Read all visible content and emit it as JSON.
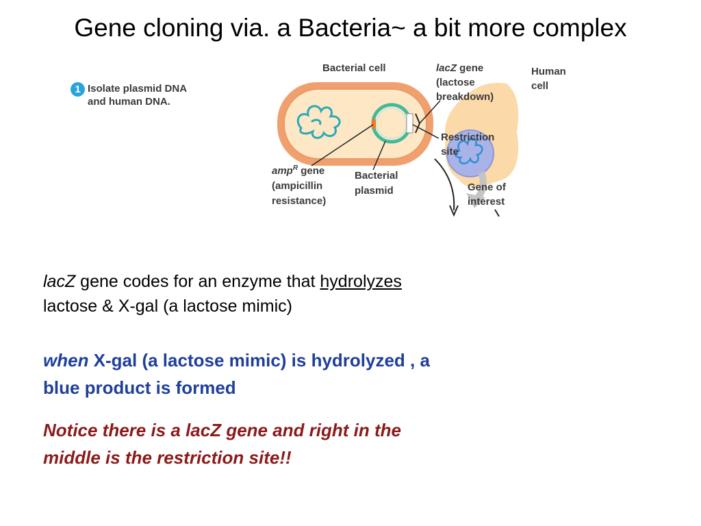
{
  "slide": {
    "title": "Gene cloning via. a Bacteria~ a bit more complex"
  },
  "step": {
    "number": "1",
    "text_line1": "Isolate plasmid DNA",
    "text_line2": "and human DNA."
  },
  "figure": {
    "labels": {
      "bacterial_cell": "Bacterial cell",
      "lacz_italic": "lacZ",
      "lacz_gene": " gene",
      "lacz_line2": "(lactose",
      "lacz_line3": "breakdown)",
      "human_cell_line1": "Human",
      "human_cell_line2": "cell",
      "restriction_line1": "Restriction",
      "restriction_line2": "site",
      "amp_italic": "amp",
      "amp_sup": "R",
      "amp_gene": " gene",
      "amp_line2": "(ampicillin",
      "amp_line3": "resistance)",
      "plasmid_line1": "Bacterial",
      "plasmid_line2": "plasmid",
      "goi_line1": "Gene of",
      "goi_line2": "interest"
    },
    "colors": {
      "cell_outer": "#f0a06e",
      "cell_inner": "#fde7c4",
      "dna": "#2aa9b8",
      "plasmid": "#45b89b",
      "human_cell": "#fcd9a8",
      "nucleus": "#a9b3e8",
      "human_dna": "#2f8fd4"
    }
  },
  "paragraph": {
    "lacz": "lacZ",
    "part1": " gene codes for an enzyme that ",
    "underlined": "hydrolyzes",
    "line2": "lactose & X-gal (a lactose mimic)"
  },
  "blue_text": {
    "when": "when",
    "rest_line1": " X-gal (a lactose mimic) is hydrolyzed , a",
    "line2": "blue product is formed"
  },
  "red_text": {
    "line1": "Notice there is a lacZ gene and right in the",
    "line2": "middle is the restriction site!!"
  }
}
